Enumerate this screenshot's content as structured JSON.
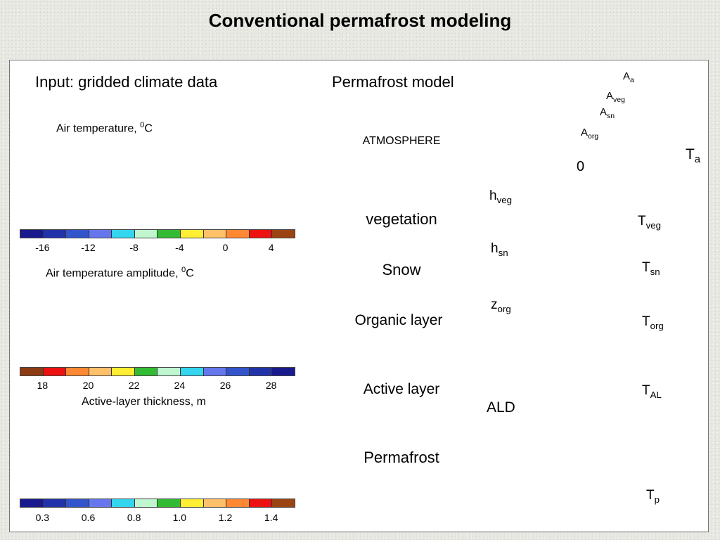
{
  "title": "Conventional permafrost modeling",
  "input_header": "Input: gridded climate data",
  "model_header": "Permafrost model",
  "maps": [
    {
      "label": "Air temperature, ",
      "unit_sup": "0",
      "unit": "C",
      "colorbar": [
        "#1a1a8f",
        "#2233aa",
        "#3355cc",
        "#6677ee",
        "#33d6ee",
        "#bff5cf",
        "#33bb33",
        "#ffee33",
        "#ffc06a",
        "#ff8833",
        "#ee1111",
        "#9b4413"
      ],
      "ticks": [
        "-16",
        "-12",
        "-8",
        "-4",
        "0",
        "4"
      ]
    },
    {
      "label": "Air temperature amplitude, ",
      "unit_sup": "0",
      "unit": "C",
      "colorbar": [
        "#8b3a12",
        "#ee1111",
        "#ff8833",
        "#ffc06a",
        "#ffee33",
        "#33bb33",
        "#bff5cf",
        "#33d6ee",
        "#6677ee",
        "#3355cc",
        "#2233aa",
        "#1a1a8f"
      ],
      "ticks": [
        "18",
        "20",
        "22",
        "24",
        "26",
        "28"
      ]
    },
    {
      "label": "Active-layer thickness, m",
      "unit_sup": "",
      "unit": "",
      "colorbar": [
        "#1a1a8f",
        "#2233aa",
        "#3355cc",
        "#6677ee",
        "#33d6ee",
        "#bff5cf",
        "#33bb33",
        "#ffee33",
        "#ffc06a",
        "#ff8833",
        "#ee1111",
        "#9b4413"
      ],
      "ticks": [
        "0.3",
        "0.6",
        "0.8",
        "1.0",
        "1.2",
        "1.4"
      ]
    }
  ],
  "layers": {
    "atmosphere": "ATMOSPHERE",
    "vegetation": "vegetation",
    "snow": "Snow",
    "organic": "Organic layer",
    "active": "Active layer",
    "permafrost": "Permafrost"
  },
  "thickness_labels": {
    "h_veg": {
      "base": "h",
      "sub": "veg"
    },
    "h_sn": {
      "base": "h",
      "sub": "sn"
    },
    "z_org": {
      "base": "z",
      "sub": "org"
    },
    "ald": "ALD"
  },
  "amplitudes": {
    "A_a": {
      "base": "A",
      "sub": "a"
    },
    "A_veg": {
      "base": "A",
      "sub": "veg"
    },
    "A_sn": {
      "base": "A",
      "sub": "sn"
    },
    "A_org": {
      "base": "A",
      "sub": "org"
    },
    "zero": "0"
  },
  "temperatures": {
    "T_a": {
      "base": "T",
      "sub": "a"
    },
    "T_veg": {
      "base": "T",
      "sub": "veg"
    },
    "T_sn": {
      "base": "T",
      "sub": "sn"
    },
    "T_org": {
      "base": "T",
      "sub": "org"
    },
    "T_AL": {
      "base": "T",
      "sub": "AL"
    },
    "T_p": {
      "base": "T",
      "sub": "p"
    }
  },
  "colors": {
    "box_blue": "#1a9ac4",
    "box_dark": "#0e6f95",
    "box_light": "#cfeefb"
  }
}
